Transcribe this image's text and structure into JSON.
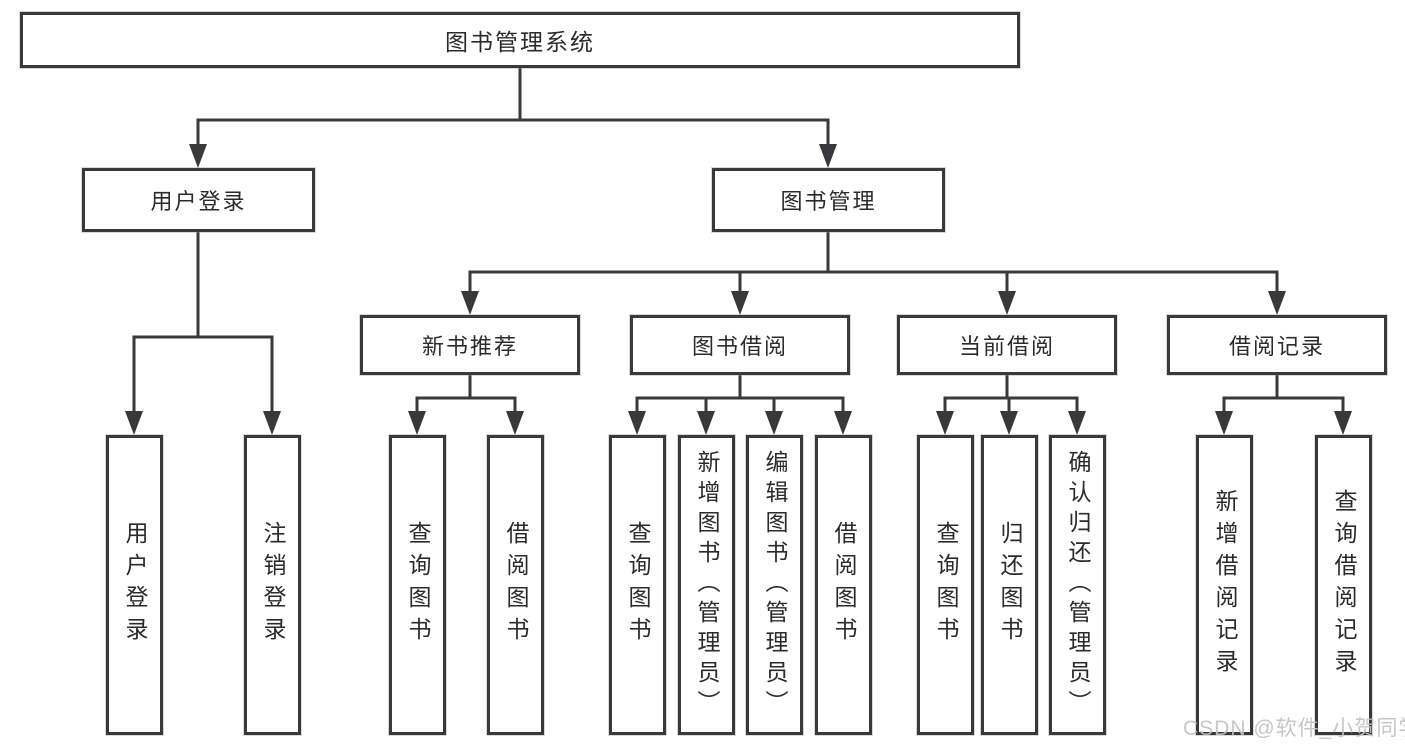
{
  "diagram": {
    "title": "图书管理系统",
    "root": {
      "label": "图书管理系统"
    },
    "level2": [
      {
        "label": "用户登录"
      },
      {
        "label": "图书管理"
      }
    ],
    "level3": [
      {
        "label": "新书推荐"
      },
      {
        "label": "图书借阅"
      },
      {
        "label": "当前借阅"
      },
      {
        "label": "借阅记录"
      }
    ],
    "leaves": [
      {
        "label": "用户登录",
        "parent": "用户登录"
      },
      {
        "label": "注销登录",
        "parent": "用户登录"
      },
      {
        "label": "查询图书",
        "parent": "新书推荐"
      },
      {
        "label": "借阅图书",
        "parent": "新书推荐"
      },
      {
        "label": "查询图书",
        "parent": "图书借阅"
      },
      {
        "label": "新增图书（管理员）",
        "parent": "图书借阅"
      },
      {
        "label": "编辑图书（管理员）",
        "parent": "图书借阅"
      },
      {
        "label": "借阅图书",
        "parent": "图书借阅"
      },
      {
        "label": "查询图书",
        "parent": "当前借阅"
      },
      {
        "label": "归还图书",
        "parent": "当前借阅"
      },
      {
        "label": "确认归还（管理员）",
        "parent": "当前借阅"
      },
      {
        "label": "新增借阅记录",
        "parent": "借阅记录"
      },
      {
        "label": "查询借阅记录",
        "parent": "借阅记录"
      }
    ],
    "watermark": "CSDN @软件_小贺同学",
    "colors": {
      "line": "#39393b",
      "text": "#2b2b2d",
      "background": "#ffffff",
      "watermark": "#c3c3c3"
    }
  }
}
